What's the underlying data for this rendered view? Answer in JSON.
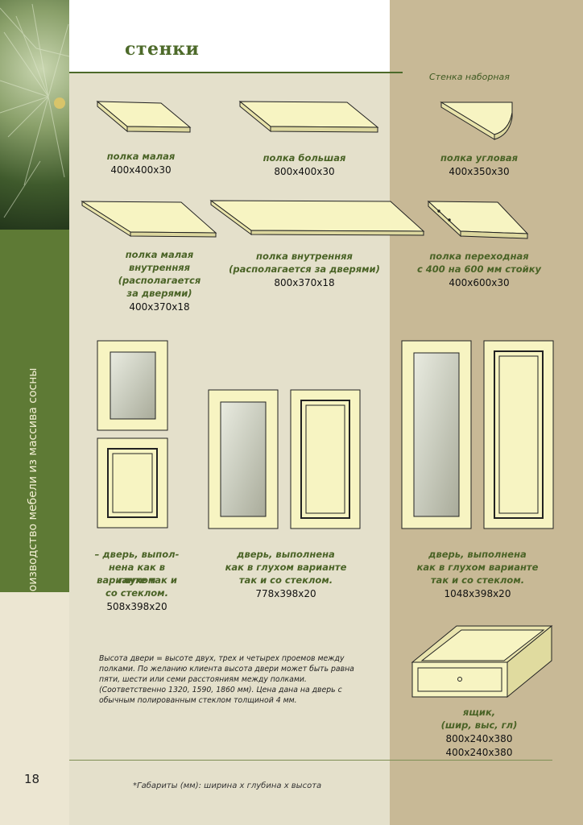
{
  "page": {
    "title": "стенки",
    "page_number": "18",
    "sidebar_text": "• производство мебели из массива сосны",
    "section_header": "Стенка наборная",
    "footnote": "*Габариты (мм): ширина х глубина х высота",
    "note": "Высота двери = высоте двух, трех и четырех проемов между полками. По желанию клиента высота двери может быть равна пяти, шести или семи расстояниям между полками. (Соответственно 1320, 1590, 1860 мм). Цена дана на дверь с обычным полированным стеклом толщиной 4 мм."
  },
  "products": {
    "shelf_small": {
      "name": "полка малая",
      "dims": "400х400х30"
    },
    "shelf_large": {
      "name": "полка большая",
      "dims": "800х400х30"
    },
    "shelf_corner": {
      "name": "полка угловая",
      "dims": "400х350х30"
    },
    "shelf_small_inner": {
      "name_1": "полка малая",
      "name_2": "внутренняя",
      "name_3": "(располагается",
      "name_4": "за дверями)",
      "dims": "400х370х18"
    },
    "shelf_inner": {
      "name_1": "полка внутренняя",
      "name_2": "(располагается за дверями)",
      "dims": "800х370х18"
    },
    "shelf_transition": {
      "name_1": "полка переходная",
      "name_2": "с 400 на 600 мм стойку",
      "dims": "400х600х30"
    },
    "door_small": {
      "name_1": "– дверь, выпол-",
      "name_2": "нена как в глухом",
      "name_3": "варианте так и",
      "name_4": "со стеклом.",
      "dims": "508х398х20"
    },
    "door_medium": {
      "name_1": "дверь, выполнена",
      "name_2": "как в глухом варианте",
      "name_3": "так и со стеклом.",
      "dims": "778х398х20"
    },
    "door_large": {
      "name_1": "дверь, выполнена",
      "name_2": "как в глухом варианте",
      "name_3": "так и со стеклом.",
      "dims": "1048х398х20"
    },
    "drawer": {
      "name_1": "ящик,",
      "name_2": "(шир, выс, гл)",
      "dims_1": "800х240х380",
      "dims_2": "400х240х380"
    }
  },
  "colors": {
    "accent_green": "#4d6a2a",
    "panel_beige": "#e4e0cb",
    "panel_tan": "#c8b996",
    "wood": "#f7f4c2"
  }
}
